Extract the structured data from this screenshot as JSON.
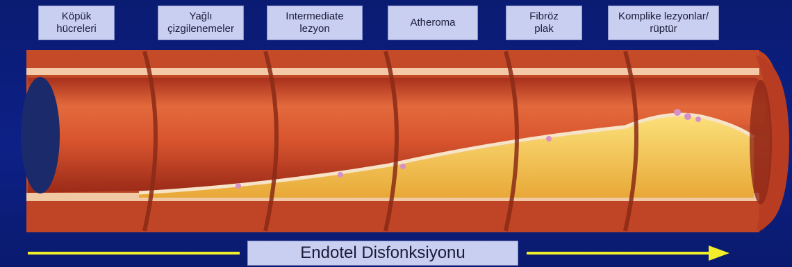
{
  "stages": [
    {
      "label": "Köpük\nhücreleri"
    },
    {
      "label": "Yağlı\nçizgilenemeler"
    },
    {
      "label": "Intermediate\nlezyon"
    },
    {
      "label": "Atheroma"
    },
    {
      "label": "Fibröz\nplak"
    },
    {
      "label": "Komplike lezyonlar/\nrüptür"
    }
  ],
  "footer": {
    "label": "Endotel Disfonksiyonu"
  },
  "colors": {
    "background": "#0c1e7a",
    "label_box": "#c9cff0",
    "arrow": "#f2ee2a",
    "vessel_wall": "#c94a2a",
    "lumen": "#d85a33",
    "plaque": "#f2c24a"
  }
}
